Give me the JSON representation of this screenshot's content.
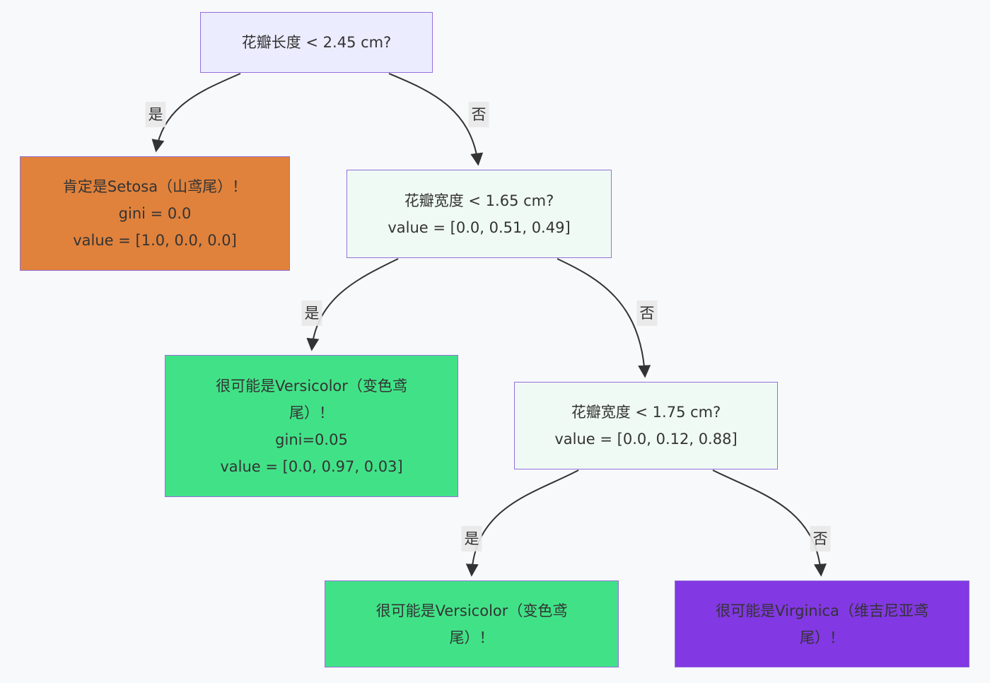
{
  "diagram": {
    "type": "decision-tree-flowchart",
    "topic": "Iris classification decision tree",
    "background_color": "#f8f9fb",
    "node_border_color": "#9370db",
    "edge_color": "#333333",
    "edge_label_background": "#e8e8e8",
    "text_color": "#333333",
    "nodes": [
      {
        "id": "root",
        "kind": "question",
        "fill": "#ececff",
        "lines": [
          "花瓣长度 < 2.45 cm?"
        ]
      },
      {
        "id": "leaf-setosa",
        "kind": "leaf",
        "fill": "#e0823c",
        "lines": [
          "肯定是Setosa（山鸢尾）！",
          "gini = 0.0",
          "value = [1.0, 0.0, 0.0]"
        ]
      },
      {
        "id": "question-petal-width-1-65",
        "kind": "question",
        "fill": "#f0faf4",
        "lines": [
          "花瓣宽度 < 1.65 cm?",
          "value = [0.0, 0.51, 0.49]"
        ]
      },
      {
        "id": "leaf-versicolor-detail",
        "kind": "leaf",
        "fill": "#41e287",
        "lines": [
          "很可能是Versicolor（变色鸢尾）！",
          "gini=0.05",
          "value = [0.0, 0.97, 0.03]"
        ]
      },
      {
        "id": "question-petal-width-1-75",
        "kind": "question",
        "fill": "#f0faf4",
        "lines": [
          "花瓣宽度 < 1.75 cm?",
          "value = [0.0, 0.12, 0.88]"
        ]
      },
      {
        "id": "leaf-versicolor",
        "kind": "leaf",
        "fill": "#41e287",
        "lines": [
          "很可能是Versicolor（变色鸢尾）！"
        ]
      },
      {
        "id": "leaf-virginica",
        "kind": "leaf",
        "fill": "#8238e2",
        "lines": [
          "很可能是Virginica（维吉尼亚鸢尾）！"
        ]
      }
    ],
    "edges": [
      {
        "from": "root",
        "to": "leaf-setosa",
        "label": "是"
      },
      {
        "from": "root",
        "to": "question-petal-width-1-65",
        "label": "否"
      },
      {
        "from": "question-petal-width-1-65",
        "to": "leaf-versicolor-detail",
        "label": "是"
      },
      {
        "from": "question-petal-width-1-65",
        "to": "question-petal-width-1-75",
        "label": "否"
      },
      {
        "from": "question-petal-width-1-75",
        "to": "leaf-versicolor",
        "label": "是"
      },
      {
        "from": "question-petal-width-1-75",
        "to": "leaf-virginica",
        "label": "否"
      }
    ]
  }
}
